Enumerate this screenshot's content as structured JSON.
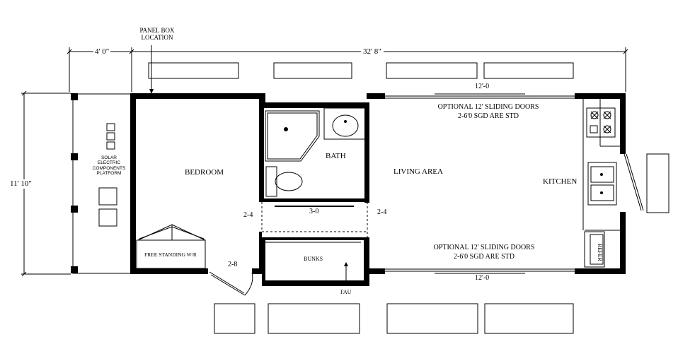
{
  "dimensions": {
    "overall_length": "32' 8\"",
    "porch_width": "4' 0\"",
    "overall_width": "11' 10\"",
    "sliding_door_top": "12'-0",
    "sliding_door_bottom": "12'-0",
    "bedroom_door": "2-8",
    "bunk_opening": "3-0",
    "hall_left": "2-4",
    "hall_right": "2-4"
  },
  "rooms": {
    "bedroom": "BEDROOM",
    "bath": "BATH",
    "living_area": "LIVING AREA",
    "kitchen": "KITCHEN",
    "bunks": "BUNKS",
    "wardrobe": "FREE STANDING W/R",
    "refer": "REFER"
  },
  "notes": {
    "panel_box_line1": "PANEL BOX",
    "panel_box_line2": "LOCATION",
    "solar_line1": "SOLAR",
    "solar_line2": "ELECTRIC",
    "solar_line3": "COMPONENTS",
    "solar_line4": "PLATFORM",
    "sliding_top_line1": "OPTIONAL 12' SLIDING DOORS",
    "sliding_top_line2": "2-6'0 SGD ARE STD",
    "sliding_bottom_line1": "OPTIONAL 12' SLIDING DOORS",
    "sliding_bottom_line2": "2-6'0 SGD ARE STD",
    "fau": "FAU"
  }
}
